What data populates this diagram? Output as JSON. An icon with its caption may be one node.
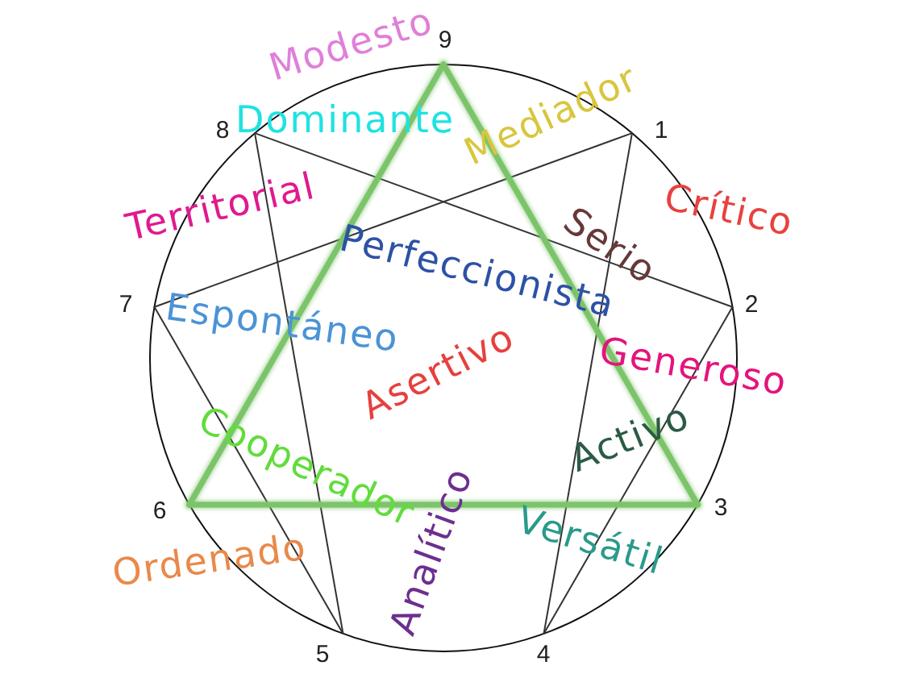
{
  "diagram": {
    "nodes": [
      {
        "text": [
          "9"
        ]
      },
      {
        "text": [
          "8"
        ]
      },
      {
        "text": [
          "1"
        ]
      },
      {
        "text": [
          "7"
        ]
      },
      {
        "text": [
          "2"
        ]
      },
      {
        "text": [
          "6"
        ]
      },
      {
        "text": [
          "3"
        ]
      },
      {
        "text": [
          "5"
        ]
      },
      {
        "text": [
          "4"
        ]
      }
    ],
    "edges": [
      {
        "from": 0,
        "to": 6,
        "arrow": "none",
        "style": "thick",
        "color": "#7cc46a"
      },
      {
        "from": 6,
        "to": 5,
        "arrow": "none",
        "style": "thick",
        "color": "#7cc46a"
      },
      {
        "from": 5,
        "to": 0,
        "arrow": "none",
        "style": "thick",
        "color": "#7cc46a"
      },
      {
        "from": 2,
        "to": 8,
        "arrow": "none"
      },
      {
        "from": 8,
        "to": 4,
        "arrow": "none"
      },
      {
        "from": 4,
        "to": 1,
        "arrow": "none"
      },
      {
        "from": 1,
        "to": 7,
        "arrow": "none"
      },
      {
        "from": 7,
        "to": 3,
        "arrow": "none"
      },
      {
        "from": 3,
        "to": 2,
        "arrow": "none"
      }
    ],
    "labels": [
      "Modesto",
      "Dominante",
      "Mediador",
      "Territorial",
      "Crítico",
      "Serio",
      "Perfeccionista",
      "Espontáneo",
      "Asertivo",
      "Generoso",
      "Cooperador",
      "Activo",
      "Ordenado",
      "Analítico",
      "Versátil"
    ]
  }
}
